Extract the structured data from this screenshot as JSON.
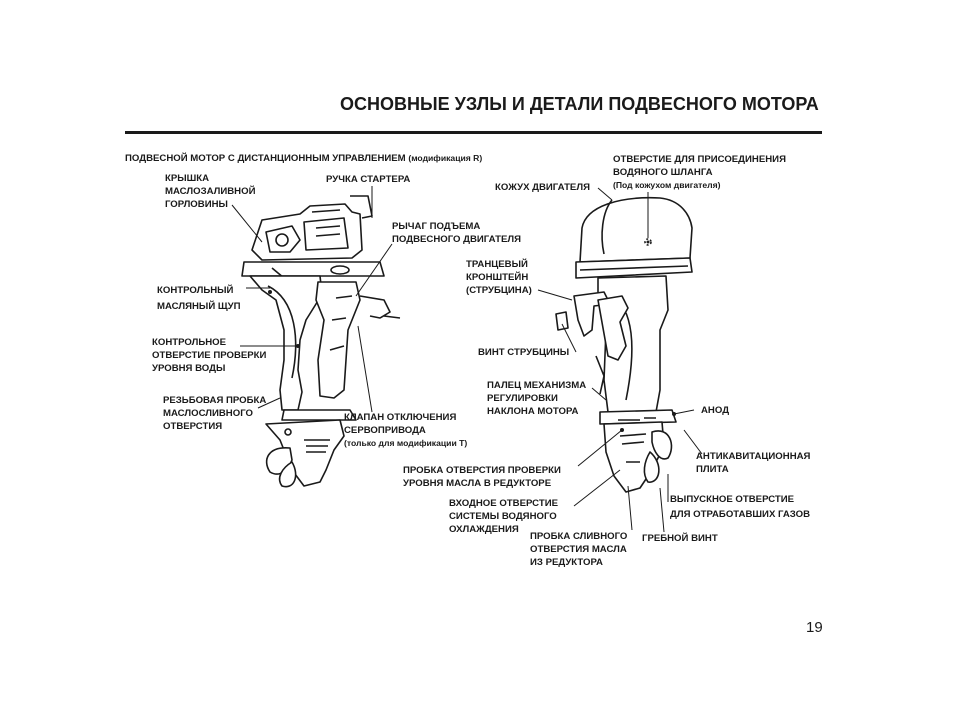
{
  "page": {
    "title": "ОСНОВНЫЕ УЗЛЫ И ДЕТАЛИ ПОДВЕСНОГО МОТОРА",
    "number": "19"
  },
  "left_motor": {
    "heading": "ПОДВЕСНОЙ МОТОР С ДИСТАНЦИОННЫМ УПРАВЛЕНИЕМ",
    "heading_note": "(модификация R)",
    "labels": {
      "oil_cap": [
        "КРЫШКА",
        "МАСЛОЗАЛИВНОЙ",
        "ГОРЛОВИНЫ"
      ],
      "starter_grip": [
        "РУЧКА СТАРТЕРА"
      ],
      "tilt_lever": [
        "РЫЧАГ ПОДЪЕМА",
        "ПОДВЕСНОГО ДВИГАТЕЛЯ"
      ],
      "dipstick": [
        "КОНТРОЛЬНЫЙ",
        "МАСЛЯНЫЙ ЩУП"
      ],
      "water_check": [
        "КОНТРОЛЬНОЕ",
        "ОТВЕРСТИЕ ПРОВЕРКИ",
        "УРОВНЯ ВОДЫ"
      ],
      "drain_plug": [
        "РЕЗЬБОВАЯ ПРОБКА",
        "МАСЛОСЛИВНОГО",
        "ОТВЕРСТИЯ"
      ],
      "servo_valve": [
        "КЛАПАН ОТКЛЮЧЕНИЯ",
        "СЕРВОПРИВОДА"
      ],
      "servo_valve_note": "(только для модификации T)"
    }
  },
  "right_motor": {
    "labels": {
      "hose_port": [
        "ОТВЕРСТИЕ ДЛЯ ПРИСОЕДИНЕНИЯ",
        "ВОДЯНОГО ШЛАНГА"
      ],
      "hose_port_note": "(Под кожухом двигателя)",
      "engine_cover": [
        "КОЖУХ ДВИГАТЕЛЯ"
      ],
      "stern_bracket": [
        "ТРАНЦЕВЫЙ",
        "КРОНШТЕЙН",
        "(СТРУБЦИНА)"
      ],
      "clamp_screw": [
        "ВИНТ СТРУБЦИНЫ"
      ],
      "tilt_pin": [
        "ПАЛЕЦ МЕХАНИЗМА",
        "РЕГУЛИРОВКИ",
        "НАКЛОНА МОТОРА"
      ],
      "anode": [
        "АНОД"
      ],
      "anti_cav_plate": [
        "АНТИКАВИТАЦИОННАЯ",
        "ПЛИТА"
      ],
      "gear_oil_level_plug": [
        "ПРОБКА ОТВЕРСТИЯ ПРОВЕРКИ",
        "УРОВНЯ МАСЛА В РЕДУКТОРЕ"
      ],
      "water_intake": [
        "ВХОДНОЕ ОТВЕРСТИЕ",
        "СИСТЕМЫ ВОДЯНОГО",
        "ОХЛАЖДЕНИЯ"
      ],
      "exhaust_outlet": [
        "ВЫПУСКНОЕ ОТВЕРСТИЕ",
        "ДЛЯ ОТРАБОТАВШИХ ГАЗОВ"
      ],
      "gear_drain_plug": [
        "ПРОБКА СЛИВНОГО",
        "ОТВЕРСТИЯ МАСЛА",
        "ИЗ РЕДУКТОРА"
      ],
      "propeller": [
        "ГРЕБНОЙ ВИНТ"
      ]
    }
  }
}
